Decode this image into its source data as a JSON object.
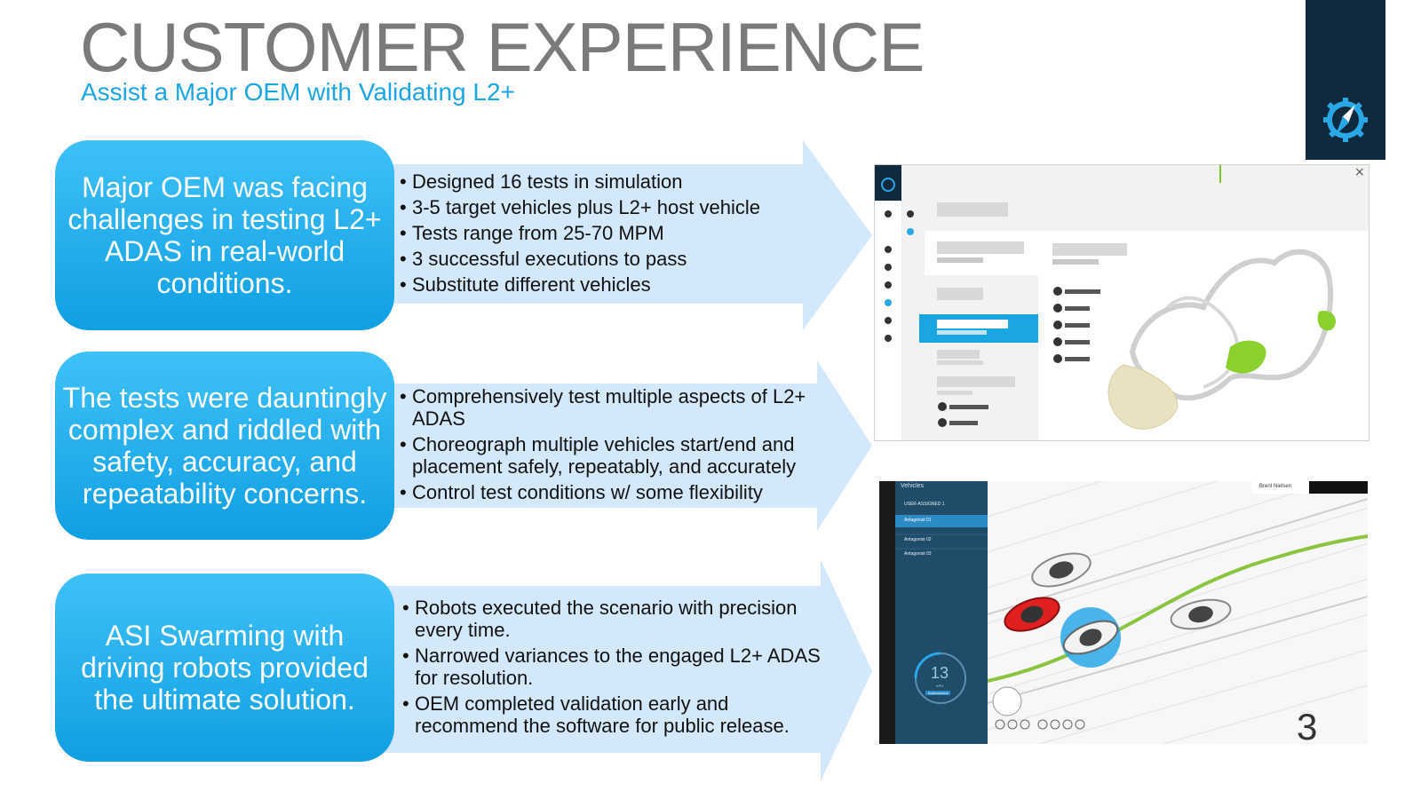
{
  "header": {
    "title": "CUSTOMER EXPERIENCE",
    "subtitle": "Assist a Major OEM with Validating L2+"
  },
  "rows": [
    {
      "summary": "Major OEM was facing challenges in testing L2+ ADAS in real-world conditions.",
      "bullets": [
        "Designed 16 tests in simulation",
        "3-5 target vehicles plus L2+ host vehicle",
        "Tests range from 25-70 MPM",
        "3 successful executions to pass",
        "Substitute different vehicles"
      ]
    },
    {
      "summary": "The tests were dauntingly complex and riddled with safety, accuracy, and repeatability concerns.",
      "bullets": [
        "Comprehensively test multiple aspects of L2+ ADAS",
        "Choreograph multiple vehicles start/end and placement safely, repeatably, and accurately",
        "Control test conditions w/ some flexibility"
      ]
    },
    {
      "summary": "ASI Swarming with driving robots provided the ultimate solution.",
      "bullets": [
        "Robots executed the scenario with precision every time.",
        "Narrowed variances to the engaged L2+ ADAS for resolution.",
        "OEM completed validation early and recommend the software for public release."
      ]
    }
  ],
  "screenshot2": {
    "panel_title": "Vehicles",
    "user": "Brent Nielsen",
    "items": [
      "USER-ASSIGNED 1",
      "Antagonist 01",
      "Antagonist 02",
      "Antagonist 03"
    ],
    "speed": "13",
    "speed_unit": "KPH",
    "mode": "Autonomous"
  },
  "page_number": "3",
  "colors": {
    "accent": "#1aa6e2",
    "pill_top": "#3ec1f7",
    "pill_bottom": "#109fe3",
    "arrow": "#d3e8fa",
    "logo_bg": "#0f2a3f",
    "title": "#7a7a7a"
  },
  "icons": {
    "logo": "compass-gear-icon"
  }
}
